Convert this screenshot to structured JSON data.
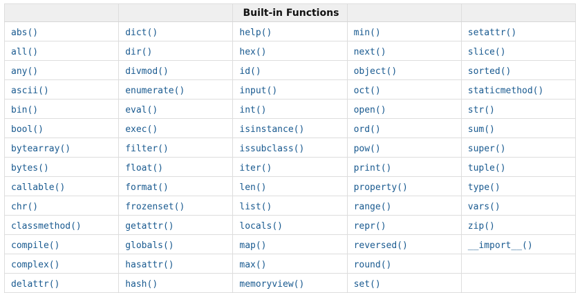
{
  "header": {
    "title": "Built-in Functions"
  },
  "colors": {
    "link": "#18598f",
    "border": "#dddddd",
    "header_bg": "#efefef"
  },
  "chart_data": {
    "type": "table",
    "title": "Built-in Functions",
    "columns": [
      [
        "abs()",
        "all()",
        "any()",
        "ascii()",
        "bin()",
        "bool()",
        "bytearray()",
        "bytes()",
        "callable()",
        "chr()",
        "classmethod()",
        "compile()",
        "complex()",
        "delattr()"
      ],
      [
        "dict()",
        "dir()",
        "divmod()",
        "enumerate()",
        "eval()",
        "exec()",
        "filter()",
        "float()",
        "format()",
        "frozenset()",
        "getattr()",
        "globals()",
        "hasattr()",
        "hash()"
      ],
      [
        "help()",
        "hex()",
        "id()",
        "input()",
        "int()",
        "isinstance()",
        "issubclass()",
        "iter()",
        "len()",
        "list()",
        "locals()",
        "map()",
        "max()",
        "memoryview()"
      ],
      [
        "min()",
        "next()",
        "object()",
        "oct()",
        "open()",
        "ord()",
        "pow()",
        "print()",
        "property()",
        "range()",
        "repr()",
        "reversed()",
        "round()",
        "set()"
      ],
      [
        "setattr()",
        "slice()",
        "sorted()",
        "staticmethod()",
        "str()",
        "sum()",
        "super()",
        "tuple()",
        "type()",
        "vars()",
        "zip()",
        "__import__()",
        "",
        ""
      ]
    ]
  }
}
